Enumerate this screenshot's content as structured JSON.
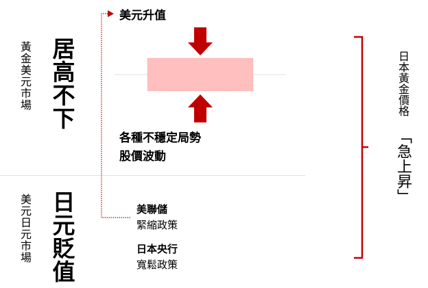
{
  "left": {
    "top_label": "黃金美元市場",
    "top_status": "居高不下",
    "bottom_label": "美元日元市場",
    "bottom_status": "日元貶值"
  },
  "center": {
    "usd_rise": "美元升值",
    "factor_line1": "各種不穩定局勢",
    "factor_line2": "股價波動",
    "fed_title": "美聯儲",
    "fed_policy": "緊縮政策",
    "boj_title": "日本央行",
    "boj_policy": "寬鬆政策"
  },
  "right": {
    "label": "日本黃金價格",
    "status": "「急上昇」"
  },
  "colors": {
    "accent": "#c00000",
    "band": "#ffbfbf",
    "divider": "#e0e0e0"
  }
}
